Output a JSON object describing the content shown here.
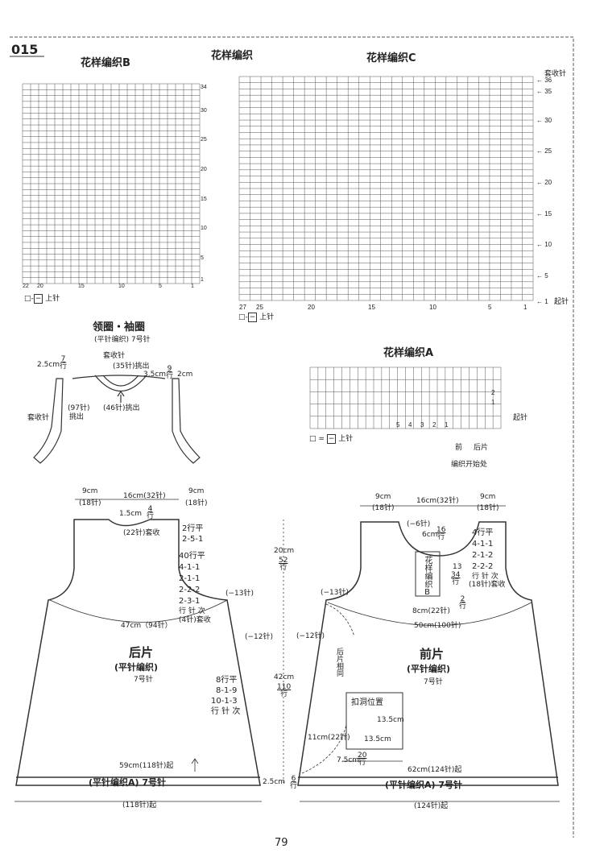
{
  "header": {
    "pattern_number": "015",
    "page_number": "79"
  },
  "titles": {
    "pattern_b": "花样编织B",
    "pattern_center": "花样编织",
    "pattern_c": "花样编织C",
    "pattern_a": "花样编织A",
    "neck_armhole": "领圈・袖圈"
  },
  "legend": {
    "purl_eq_knit": "上针",
    "legend_a": "上针"
  },
  "chart_b": {
    "row_labels": [
      "34",
      "30",
      "25",
      "20",
      "15",
      "10",
      "5",
      "1"
    ],
    "col_labels": [
      "22",
      "20",
      "15",
      "10",
      "5",
      "1"
    ]
  },
  "chart_c": {
    "row_labels": [
      "36",
      "35",
      "30",
      "25",
      "20",
      "15",
      "10",
      "5",
      "1"
    ],
    "col_labels": [
      "27",
      "25",
      "20",
      "15",
      "10",
      "5",
      "1"
    ],
    "bind_off": "套收针",
    "start": "起针"
  },
  "chart_a": {
    "col_numbers": [
      "5",
      "4",
      "3",
      "2",
      "1"
    ],
    "row_labels": [
      "2",
      "1"
    ],
    "start": "起针",
    "front": "前",
    "back": "后片",
    "start_pos": "编织开始处"
  },
  "neck": {
    "subtitle": "(平针编织)  7号针",
    "side_w": "2.5cm",
    "side_rows": "7",
    "side_rows_unit": "行",
    "bind_off": "套收针",
    "pickup_97": "(97针)",
    "pickup_97_b": "挑出",
    "bind_off_top": "套收针",
    "pickup_35": "(35针)挑出",
    "w_35": "3.5cm",
    "rows_9": "9",
    "rows_9_unit": "行",
    "w_2": "2cm",
    "pickup_46": "(46针)挑出"
  },
  "back": {
    "name": "后片",
    "method": "(平针编织)",
    "needle": "7号针",
    "top_left": "9cm",
    "top_left_st": "(18针)",
    "top_mid": "16cm(32针)",
    "top_right": "9cm",
    "top_right_st": "(18针)",
    "neck_drop": "1.5cm",
    "neck_rows": "4",
    "neck_rows_unit": "行",
    "neck_bind": "(22针)套收",
    "neck_dec": [
      "2行平",
      "2-5-1"
    ],
    "arm_dec": [
      "40行平",
      "4-1-1",
      "2-1-1",
      "2-2-2",
      "2-3-1",
      "行 针 次",
      "(4针)套收"
    ],
    "arm_13": "(−13针)",
    "width_47": "47cm（94针）",
    "side_12": "(−12针)",
    "side_dec": [
      "8行平",
      "8-1-9",
      "10-1-3",
      "行 针 次"
    ],
    "hem_cast": "59cm(118针)起",
    "hem_label": "(平针编织A) 7号针",
    "hem_bottom": "(118针)起"
  },
  "middle": {
    "h_20": "20cm",
    "rows_52": "52",
    "h_42": "42cm",
    "rows_110": "110",
    "rows_unit": "行",
    "hem_h": "2.5cm",
    "hem_rows": "6",
    "hem_rows_unit": "行"
  },
  "front": {
    "name": "前片",
    "method": "(平针编织)",
    "needle": "7号针",
    "top_left": "9cm",
    "top_left_st": "(18针)",
    "top_mid": "16cm(32针)",
    "top_right": "9cm",
    "top_right_st": "(18针)",
    "neck_6st": "(−6针)",
    "w_6": "6cm",
    "rows_16": "16",
    "rows_16_unit": "行",
    "center_panel": "花样编织B",
    "h_13": "13",
    "rows_34": "34",
    "rows_34_unit": "行",
    "w_8": "8cm(22针)",
    "rows_2": "2",
    "rows_2_unit": "行",
    "neck_dec": [
      "4行平",
      "4-1-1",
      "2-1-2",
      "2-2-2",
      "行 针 次",
      "(18针)套收"
    ],
    "arm_13": "(−13针)",
    "width_50": "50cm(100针)",
    "side_12": "(−12针)",
    "back_match": "后片相同",
    "pocket_label": "扣洞位置",
    "pocket_h": "13.5cm",
    "pocket_w": "13.5cm",
    "side_11": "11cm(22针)",
    "w_75": "7.5cm",
    "rows_20": "20",
    "rows_20_unit": "行",
    "hem_cast": "62cm(124针)起",
    "hem_label": "(平针编织A) 7号针",
    "hem_bottom": "(124针)起"
  }
}
